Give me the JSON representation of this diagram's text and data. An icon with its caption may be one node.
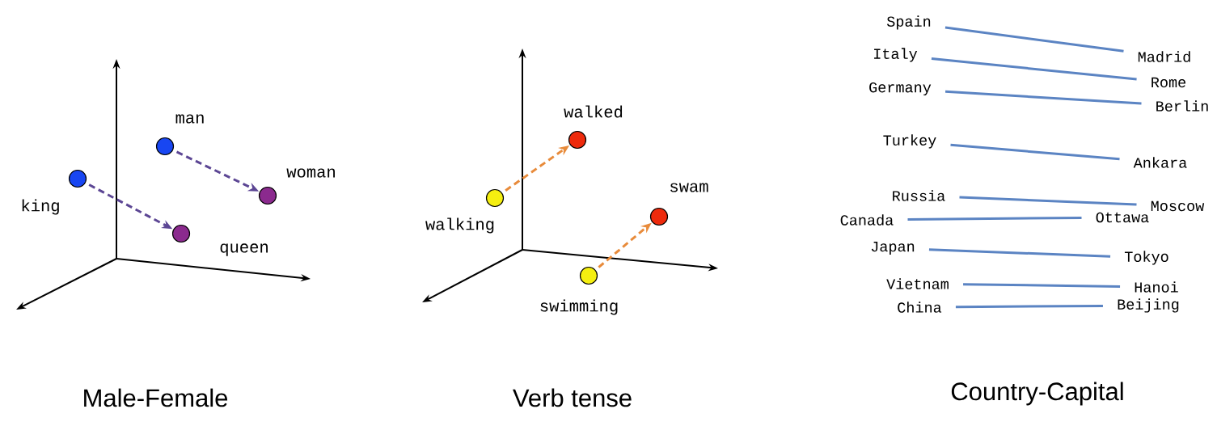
{
  "diagram": {
    "nodes": [
      {
        "text": [],
        "shape": "circle",
        "beside": [
          "man"
        ]
      },
      {
        "text": [],
        "shape": "circle",
        "beside": [
          "king"
        ]
      },
      {
        "text": [],
        "shape": "circle",
        "beside": [
          "woman"
        ]
      },
      {
        "text": [],
        "shape": "circle",
        "beside": [
          "queen"
        ]
      },
      {
        "text": [],
        "shape": "circle",
        "beside": [
          "walked"
        ]
      },
      {
        "text": [],
        "shape": "circle",
        "beside": [
          "walking"
        ]
      },
      {
        "text": [],
        "shape": "circle",
        "beside": [
          "swam"
        ]
      },
      {
        "text": [],
        "shape": "circle",
        "beside": [
          "swimming"
        ]
      },
      {
        "text": [
          "Spain"
        ]
      },
      {
        "text": [
          "Madrid"
        ]
      },
      {
        "text": [
          "Italy"
        ]
      },
      {
        "text": [
          "Rome"
        ]
      },
      {
        "text": [
          "Germany"
        ]
      },
      {
        "text": [
          "Berlin"
        ]
      },
      {
        "text": [
          "Turkey"
        ]
      },
      {
        "text": [
          "Ankara"
        ]
      },
      {
        "text": [
          "Russia"
        ]
      },
      {
        "text": [
          "Moscow"
        ]
      },
      {
        "text": [
          "Canada"
        ]
      },
      {
        "text": [
          "Ottawa"
        ]
      },
      {
        "text": [
          "Japan"
        ]
      },
      {
        "text": [
          "Tokyo"
        ]
      },
      {
        "text": [
          "Vietnam"
        ]
      },
      {
        "text": [
          "Hanoi"
        ]
      },
      {
        "text": [
          "China"
        ]
      },
      {
        "text": [
          "Beijing"
        ]
      }
    ],
    "edges": [
      {
        "from": 0,
        "to": 2,
        "arrow": "to",
        "style": "dashed",
        "color": "#5c4694"
      },
      {
        "from": 1,
        "to": 3,
        "arrow": "to",
        "style": "dashed",
        "color": "#5c4694"
      },
      {
        "from": 5,
        "to": 4,
        "arrow": "to",
        "style": "dashed",
        "color": "#e88b3b"
      },
      {
        "from": 7,
        "to": 6,
        "arrow": "to",
        "style": "dashed",
        "color": "#e88b3b"
      },
      {
        "from": 8,
        "to": 9,
        "arrow": "none"
      },
      {
        "from": 10,
        "to": 11,
        "arrow": "none"
      },
      {
        "from": 12,
        "to": 13,
        "arrow": "none"
      },
      {
        "from": 14,
        "to": 15,
        "arrow": "none"
      },
      {
        "from": 16,
        "to": 17,
        "arrow": "none"
      },
      {
        "from": 18,
        "to": 19,
        "arrow": "none"
      },
      {
        "from": 20,
        "to": 21,
        "arrow": "none"
      },
      {
        "from": 22,
        "to": 23,
        "arrow": "none"
      },
      {
        "from": 24,
        "to": 25,
        "arrow": "none"
      }
    ],
    "labels": [
      "Male-Female",
      "Verb tense",
      "Country-Capital"
    ]
  }
}
